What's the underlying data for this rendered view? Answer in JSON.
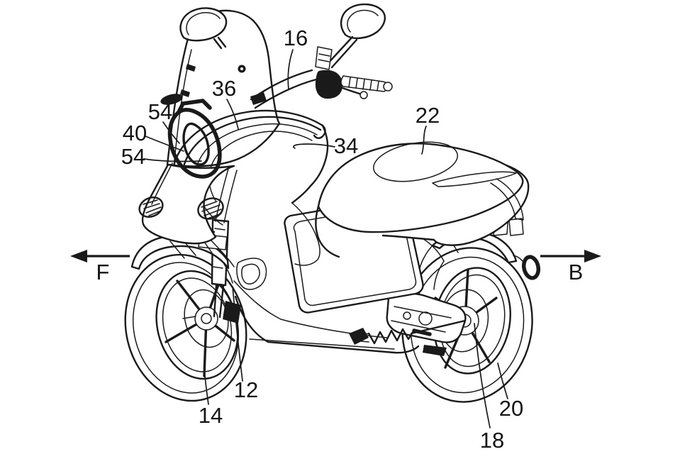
{
  "figure": {
    "labels": {
      "n16": "16",
      "n36": "36",
      "n54a": "54",
      "n40": "40",
      "n54b": "54",
      "n34": "34",
      "n22": "22",
      "n12": "12",
      "n14": "14",
      "n18": "18",
      "n20": "20"
    },
    "arrows": {
      "front": "F",
      "rear": "B"
    },
    "colors": {
      "background": "#ffffff",
      "line": "#1a1a1a"
    }
  }
}
